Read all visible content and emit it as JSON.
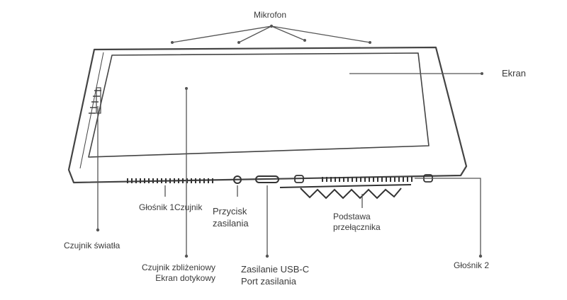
{
  "labels": {
    "microphone": "Mikrofon",
    "screen": "Ekran",
    "light_sensor": "Czujnik światła",
    "speaker1": "Głośnik 1",
    "sensor": "Czujnik",
    "power_button_line1": "Przycisk",
    "power_button_line2": "zasilania",
    "stand_line1": "Podstawa",
    "stand_line2": "przełącznika",
    "speaker2": "Głośnik 2",
    "proximity_line1": "Czujnik zbliżeniowy",
    "proximity_line2": "Ekran dotykowy",
    "usbc_line1": "Zasilanie USB-C",
    "usbc_line2": "Port zasilania"
  },
  "colors": {
    "line": "#555555",
    "device_outline": "#444444",
    "text": "#3a3a3a"
  }
}
